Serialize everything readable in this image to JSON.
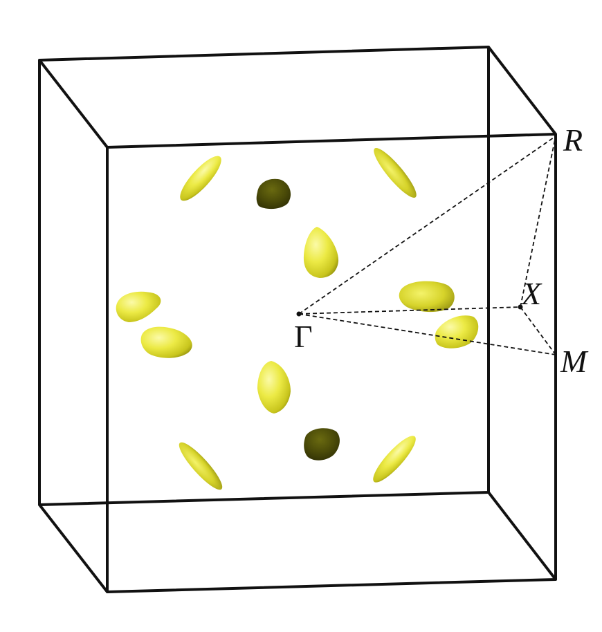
{
  "labels": {
    "gamma": "Γ",
    "R": "R",
    "X": "X",
    "M": "M"
  },
  "colors": {
    "frame": "#111111",
    "path": "#111111",
    "pocket_light": "#f4f36a",
    "pocket_mid": "#d8d62a",
    "pocket_dark": "#8e8c0f",
    "pocket_shadow": "#4a4a08"
  },
  "path_style": "dashed"
}
